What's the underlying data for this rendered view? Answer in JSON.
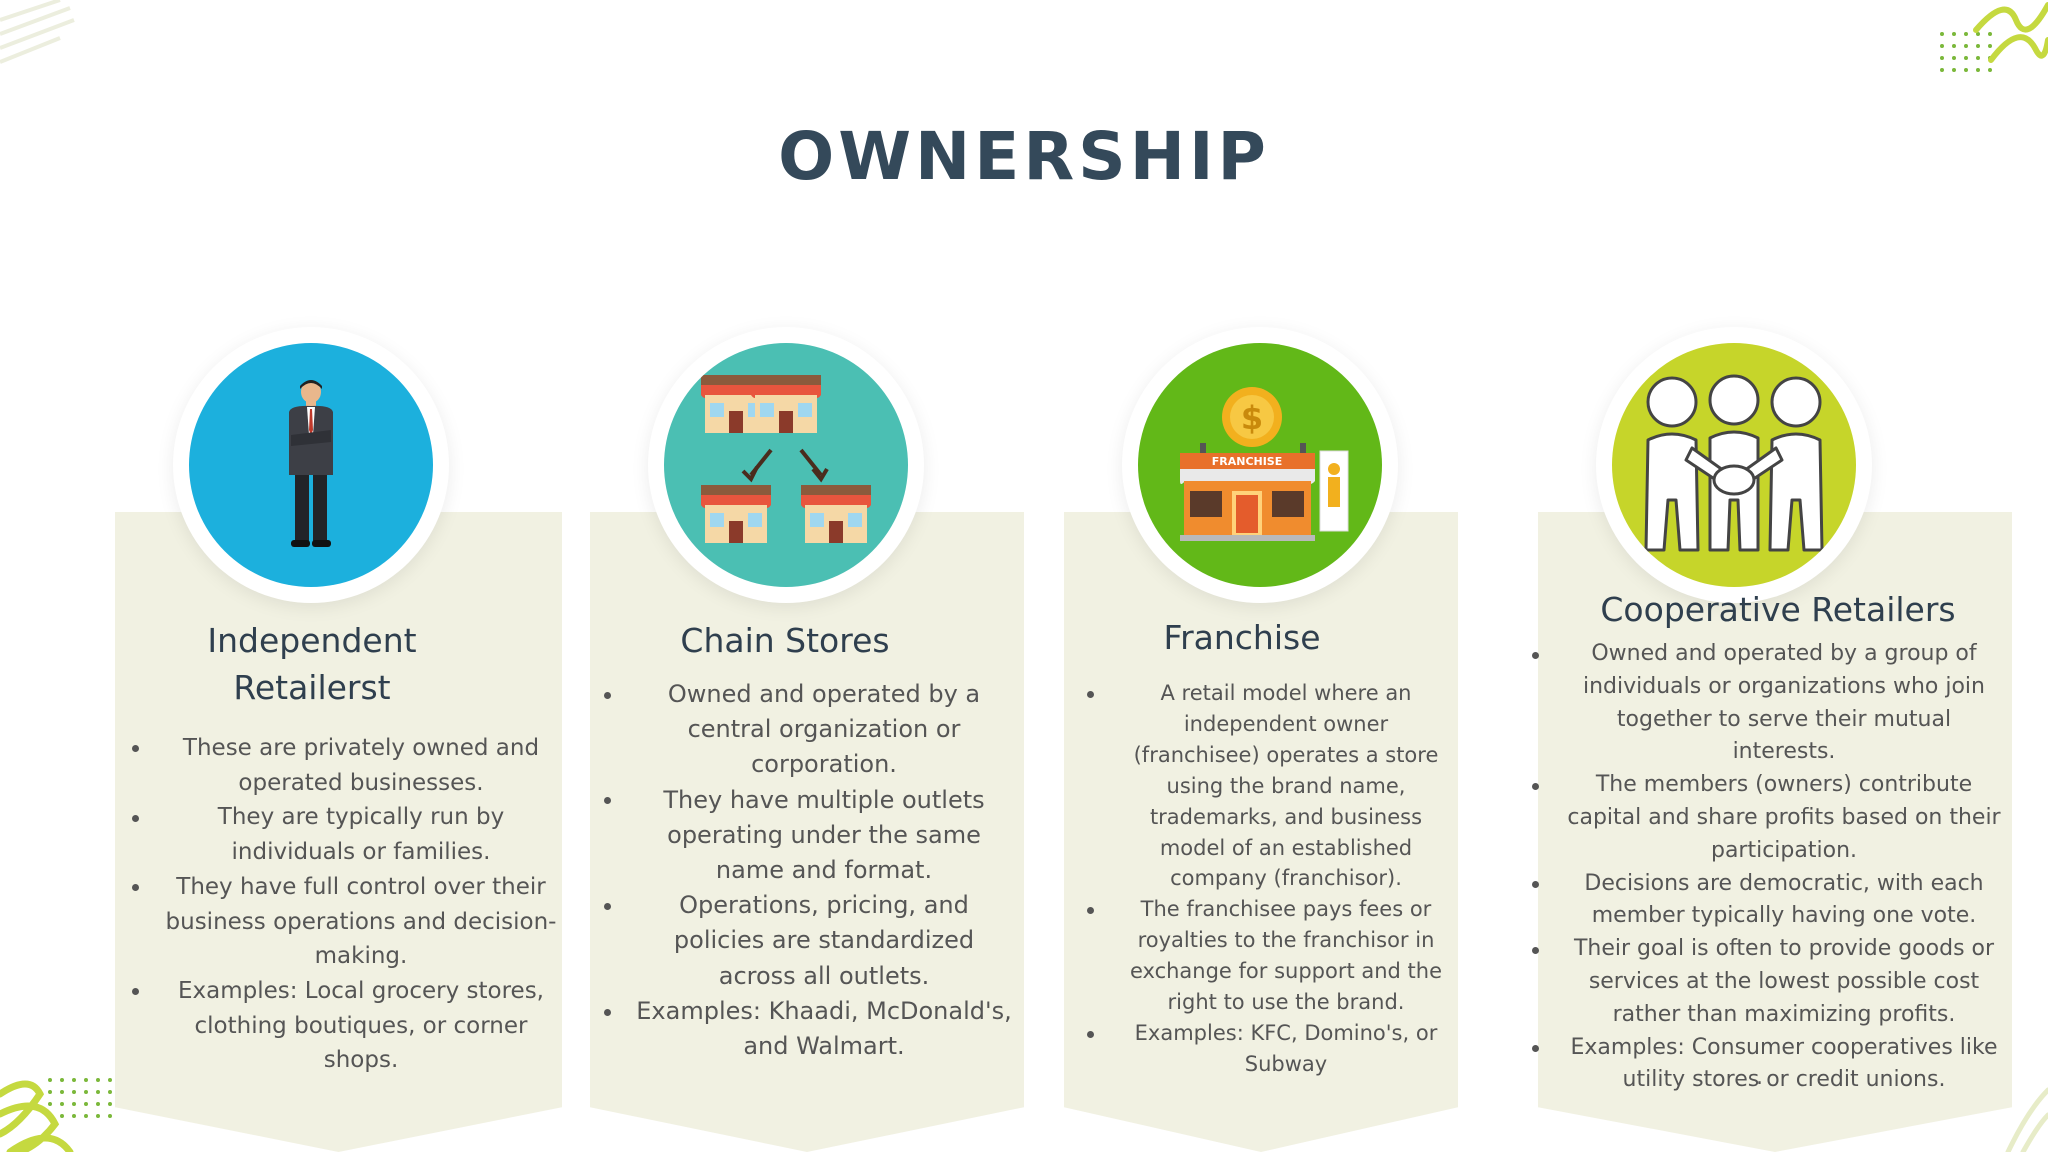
{
  "title": "OWNERSHIP",
  "colors": {
    "title": "#34495a",
    "card_bg": "#f1f1e2",
    "independent_circle": "#1cb0dd",
    "chain_circle": "#4bbfb3",
    "franchise_circle": "#62b818",
    "cooperative_circle": "#c6d52a",
    "accent_green": "#b6cf36"
  },
  "cards": [
    {
      "title_line1": "Independent",
      "title_line2": "Retailerst",
      "icon": "businessman-icon",
      "bullets": [
        "These are privately owned and operated businesses.",
        "They are typically run by individuals or families.",
        "They have full control over their business operations and decision-making.",
        "Examples: Local grocery stores, clothing boutiques, or corner shops."
      ]
    },
    {
      "title": "Chain Stores",
      "icon": "chain-stores-icon",
      "bullets": [
        "Owned and operated by a central organization or corporation.",
        "They have multiple outlets operating under the same name and format.",
        "Operations, pricing, and policies are standardized across all outlets.",
        "Examples: Khaadi, McDonald's, and Walmart."
      ]
    },
    {
      "title": "Franchise",
      "icon": "franchise-store-icon",
      "sign_text": "FRANCHISE",
      "bullets": [
        "A retail model where an independent owner (franchisee) operates a store using the brand name, trademarks, and business model of an established company (franchisor).",
        "The franchisee pays fees or royalties to the franchisor in exchange for support and the right to use the brand.",
        "Examples: KFC, Domino's, or Subway"
      ]
    },
    {
      "title": "Cooperative Retailers",
      "icon": "cooperative-people-icon",
      "bullets": [
        "Owned and operated by a group of individuals or organizations who join together to serve their mutual interests.",
        "The members (owners) contribute capital and share profits based on their participation.",
        "Decisions are democratic, with each member typically having one vote.",
        "Their goal is often to provide goods or services at the lowest possible cost rather than maximizing profits.",
        "Examples: Consumer cooperatives like utility stores or credit unions."
      ],
      "trailing_mark": "."
    }
  ]
}
